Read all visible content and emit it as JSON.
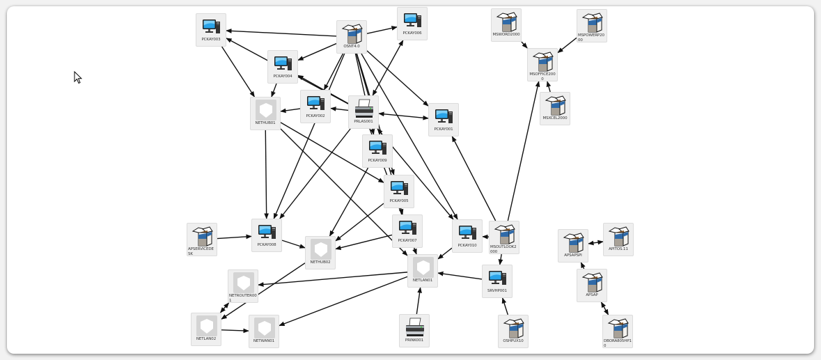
{
  "diagram": {
    "nodes": [
      {
        "id": "PCKAY003",
        "label": "PCKAY003",
        "type": "computer"
      },
      {
        "id": "OSNT4.0",
        "label": "OSNT4.0",
        "type": "software"
      },
      {
        "id": "PCKAY006",
        "label": "PCKAY006",
        "type": "computer"
      },
      {
        "id": "PCKAY004",
        "label": "PCKAY004",
        "type": "computer"
      },
      {
        "id": "NETHUB01",
        "label": "NETHUB01",
        "type": "network"
      },
      {
        "id": "PCKAY002",
        "label": "PCKAY002",
        "type": "computer"
      },
      {
        "id": "PRLAS001",
        "label": "PRLAS001",
        "type": "printer"
      },
      {
        "id": "PCKAY001",
        "label": "PCKAY001",
        "type": "computer"
      },
      {
        "id": "PCKAY009",
        "label": "PCKAY009",
        "type": "computer"
      },
      {
        "id": "PCKAY005",
        "label": "PCKAY005",
        "type": "computer"
      },
      {
        "id": "PCKAY007",
        "label": "PCKAY007",
        "type": "computer"
      },
      {
        "id": "PCKAY010",
        "label": "PCKAY010",
        "type": "computer"
      },
      {
        "id": "MSOUTLOOK2000",
        "label": "MSOUTLOOK2000",
        "type": "software"
      },
      {
        "id": "SRVHP001",
        "label": "SRVHP001",
        "type": "computer"
      },
      {
        "id": "OSHPUX10",
        "label": "OSHPUX10",
        "type": "software"
      },
      {
        "id": "NETLAN01",
        "label": "NETLAN01",
        "type": "network"
      },
      {
        "id": "PRINK001",
        "label": "PRINK001",
        "type": "printer"
      },
      {
        "id": "APSERVICEDESK",
        "label": "APSERVICEDESK",
        "type": "software"
      },
      {
        "id": "PCKAY008",
        "label": "PCKAY008",
        "type": "computer"
      },
      {
        "id": "NETHUB02",
        "label": "NETHUB02",
        "type": "network"
      },
      {
        "id": "NETROUTER001",
        "label": "NETROUTER001",
        "type": "network"
      },
      {
        "id": "NETLAN02",
        "label": "NETLAN02",
        "type": "network"
      },
      {
        "id": "NETWAN01",
        "label": "NETWAN01",
        "type": "network"
      },
      {
        "id": "MSWORD2000",
        "label": "MSWORD2000",
        "type": "software"
      },
      {
        "id": "MSPOWERP2000",
        "label": "MSPOWERP2000",
        "type": "software"
      },
      {
        "id": "MSOFFICE2000",
        "label": "MSOFFICE2000",
        "type": "software"
      },
      {
        "id": "MSXCEL2000",
        "label": "MSXCEL2000",
        "type": "software"
      },
      {
        "id": "APSAPSPI",
        "label": "APSAPSPI",
        "type": "software"
      },
      {
        "id": "APITOS.11",
        "label": "APITOS.11",
        "type": "software"
      },
      {
        "id": "APSAP",
        "label": "APSAP",
        "type": "software"
      },
      {
        "id": "DBORA805HP10",
        "label": "DBORA805HP10",
        "type": "software"
      }
    ],
    "edges": [
      {
        "from": "OSNT4.0",
        "to": "PCKAY003"
      },
      {
        "from": "OSNT4.0",
        "to": "PCKAY006"
      },
      {
        "from": "OSNT4.0",
        "to": "PCKAY004"
      },
      {
        "from": "OSNT4.0",
        "to": "PCKAY002"
      },
      {
        "from": "OSNT4.0",
        "to": "PCKAY001"
      },
      {
        "from": "OSNT4.0",
        "to": "PCKAY009"
      },
      {
        "from": "OSNT4.0",
        "to": "PCKAY005"
      },
      {
        "from": "OSNT4.0",
        "to": "PCKAY007"
      },
      {
        "from": "OSNT4.0",
        "to": "PCKAY010"
      },
      {
        "from": "OSNT4.0",
        "to": "PCKAY008"
      },
      {
        "from": "PCKAY003",
        "to": "NETHUB01"
      },
      {
        "from": "PCKAY004",
        "to": "NETHUB01"
      },
      {
        "from": "PCKAY002",
        "to": "NETHUB01"
      },
      {
        "from": "PRLAS001",
        "to": "PCKAY003"
      },
      {
        "from": "PRLAS001",
        "to": "PCKAY004"
      },
      {
        "from": "PRLAS001",
        "to": "PCKAY002"
      },
      {
        "from": "PRLAS001",
        "to": "PCKAY006",
        "bidirectional": true
      },
      {
        "from": "PRLAS001",
        "to": "PCKAY001",
        "bidirectional": true
      },
      {
        "from": "PRLAS001",
        "to": "PCKAY010",
        "bidirectional": true
      },
      {
        "from": "PRLAS001",
        "to": "PCKAY008"
      },
      {
        "from": "PRLAS001",
        "to": "NETLAN01"
      },
      {
        "from": "NETHUB01",
        "to": "PCKAY005"
      },
      {
        "from": "NETHUB01",
        "to": "PCKAY008"
      },
      {
        "from": "NETHUB01",
        "to": "NETLAN01"
      },
      {
        "from": "PCKAY009",
        "to": "NETHUB02"
      },
      {
        "from": "PCKAY005",
        "to": "NETHUB02"
      },
      {
        "from": "PCKAY007",
        "to": "NETHUB02"
      },
      {
        "from": "PCKAY008",
        "to": "NETHUB02"
      },
      {
        "from": "APSERVICEDESK",
        "to": "PCKAY008"
      },
      {
        "from": "PCKAY010",
        "to": "NETLAN01"
      },
      {
        "from": "MSOUTLOOK2000",
        "to": "PCKAY010"
      },
      {
        "from": "MSOUTLOOK2000",
        "to": "PCKAY001"
      },
      {
        "from": "MSOUTLOOK2000",
        "to": "MSOFFICE2000"
      },
      {
        "from": "MSOUTLOOK2000",
        "to": "SRVHP001"
      },
      {
        "from": "SRVHP001",
        "to": "NETLAN01"
      },
      {
        "from": "OSHPUX10",
        "to": "SRVHP001"
      },
      {
        "from": "PRINK001",
        "to": "NETLAN01"
      },
      {
        "from": "NETLAN01",
        "to": "NETROUTER001"
      },
      {
        "from": "NETLAN01",
        "to": "NETWAN01"
      },
      {
        "from": "NETHUB02",
        "to": "NETLAN02"
      },
      {
        "from": "NETROUTER001",
        "to": "NETLAN02",
        "bidirectional": true
      },
      {
        "from": "NETLAN02",
        "to": "NETWAN01"
      },
      {
        "from": "MSWORD2000",
        "to": "MSOFFICE2000"
      },
      {
        "from": "MSPOWERP2000",
        "to": "MSOFFICE2000"
      },
      {
        "from": "MSXCEL2000",
        "to": "MSOFFICE2000"
      },
      {
        "from": "APSAPSPI",
        "to": "APITOS.11",
        "bidirectional": true
      },
      {
        "from": "APSAP",
        "to": "APSAPSPI"
      },
      {
        "from": "APSAP",
        "to": "DBORA805HP10",
        "bidirectional": true
      }
    ]
  },
  "colors": {
    "node_bg": "#efefef",
    "edge": "#111111",
    "monitor_screen": "#29a3e8",
    "box_blue": "#2f6aa8"
  }
}
